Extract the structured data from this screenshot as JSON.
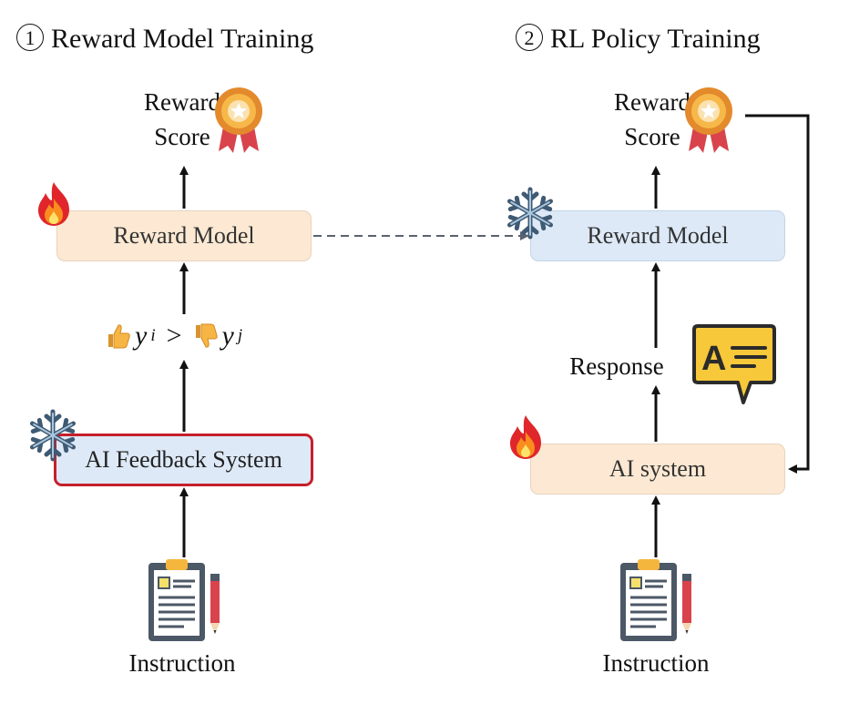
{
  "left": {
    "title_num": "1",
    "title": "Reward Model Training",
    "reward_label_line1": "Reward",
    "reward_label_line2": "Score",
    "reward_model": "Reward Model",
    "pref_left_var": "y",
    "pref_left_sub": "i",
    "pref_op": ">",
    "pref_right_var": "y",
    "pref_right_sub": "j",
    "feedback_system": "AI Feedback System",
    "instruction": "Instruction"
  },
  "right": {
    "title_num": "2",
    "title": "RL Policy Training",
    "reward_label_line1": "Reward",
    "reward_label_line2": "Score",
    "reward_model": "Reward Model",
    "response": "Response",
    "ai_system": "AI system",
    "instruction": "Instruction"
  },
  "icons": {
    "medal": "medal-icon",
    "fire": "fire-icon",
    "snowflake": "snowflake-icon",
    "thumbs_up": "thumbs-up-icon",
    "thumbs_down": "thumbs-down-icon",
    "clipboard": "clipboard-icon",
    "pencil": "pencil-icon",
    "chat": "chat-bubble-icon"
  },
  "colors": {
    "trainable_box": "#fde9d3",
    "frozen_box": "#dde9f7",
    "feedback_border": "#c61f2b",
    "arrow": "#111111"
  }
}
